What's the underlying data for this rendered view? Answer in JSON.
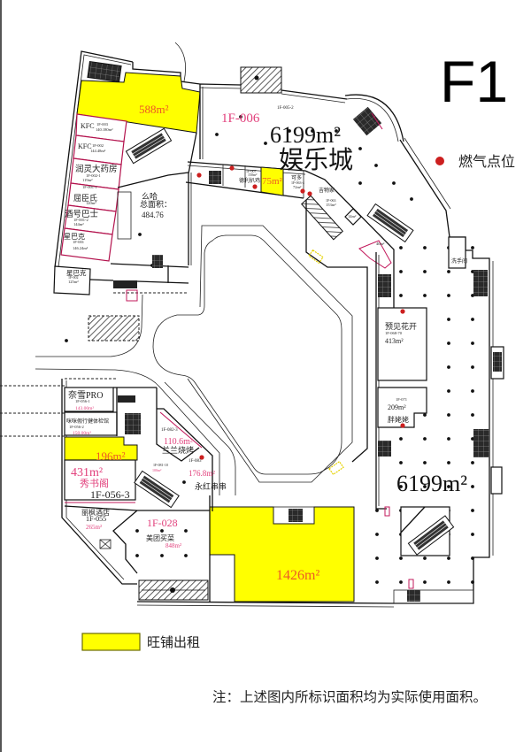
{
  "floor_title": "F1",
  "legend": {
    "gas_point_label": "燃气点位",
    "gas_point_color": "#cc1f1f",
    "for_rent_label": "旺铺出租",
    "for_rent_color": "#ffff00"
  },
  "note": "注：上述图内所标识面积均为实际使用面积。",
  "rental_units": [
    {
      "area": "588m²"
    },
    {
      "area": "75m²"
    },
    {
      "area": "196m²"
    },
    {
      "area": "1426m²"
    }
  ],
  "zones": {
    "entertainment": {
      "code": "1F-006",
      "area": "6199m²",
      "name": "娱乐城"
    },
    "main_hall": {
      "area": "6199m²"
    }
  },
  "stores": [
    {
      "name": "KFC",
      "code": "1F-003",
      "area": "140.180m²"
    },
    {
      "name": "KFC",
      "code": "1F-002",
      "area": "144.48m²"
    },
    {
      "name": "润灵大药房",
      "code": "1F-002-1",
      "area": "119m²"
    },
    {
      "name": "屈臣氏",
      "code": "1F-001-1",
      "area": "120m²"
    },
    {
      "name": "酒号巴士",
      "code": "1F-001-2",
      "area": "144m²"
    },
    {
      "name": "星巴克",
      "code": "1F-001",
      "area": "146.24m²"
    },
    {
      "name": "么哈",
      "total_label": "总面积：",
      "area": "484.76"
    },
    {
      "name": "星巴克",
      "code": "1F-002",
      "area": "125m²"
    },
    {
      "name": "德利扒鸡",
      "code": "1F-007",
      "area": "150m²"
    },
    {
      "name": "可多",
      "code": "1F-063-4",
      "area": "72m²"
    },
    {
      "name": "吉物家",
      "code": "1F-063",
      "area": "153m²"
    },
    {
      "name": "预见花开",
      "code": "1F-068-70",
      "area": "413m²"
    },
    {
      "name": "洗手间"
    },
    {
      "name": "胖姥姥",
      "code": "1F-071",
      "area": "209m²"
    },
    {
      "name": "奈雪PRO",
      "code": "1F-056-1",
      "area": "143.00m²"
    },
    {
      "name": "咪咪假行健体检馆",
      "code": "1F-056-2",
      "area": "150.00m²"
    },
    {
      "name": "秀书阁",
      "code": "1F-056-3",
      "area": "431m²"
    },
    {
      "name": "兰兰烧烤",
      "code": "1F-082-3",
      "area": "110.6m²"
    },
    {
      "name": "永红串串",
      "code": "1F-083",
      "area": "176.8m²"
    },
    {
      "code": "1F-081-10",
      "area": "100m²"
    },
    {
      "name": "丽枫酒店",
      "code": "1F-055",
      "area": "265m²"
    },
    {
      "name": "美团买菜",
      "code": "1F-028",
      "area": "848m²"
    },
    {
      "code": "1F-005-2"
    },
    {
      "area": "14m²"
    },
    {
      "area": "40m²"
    }
  ]
}
